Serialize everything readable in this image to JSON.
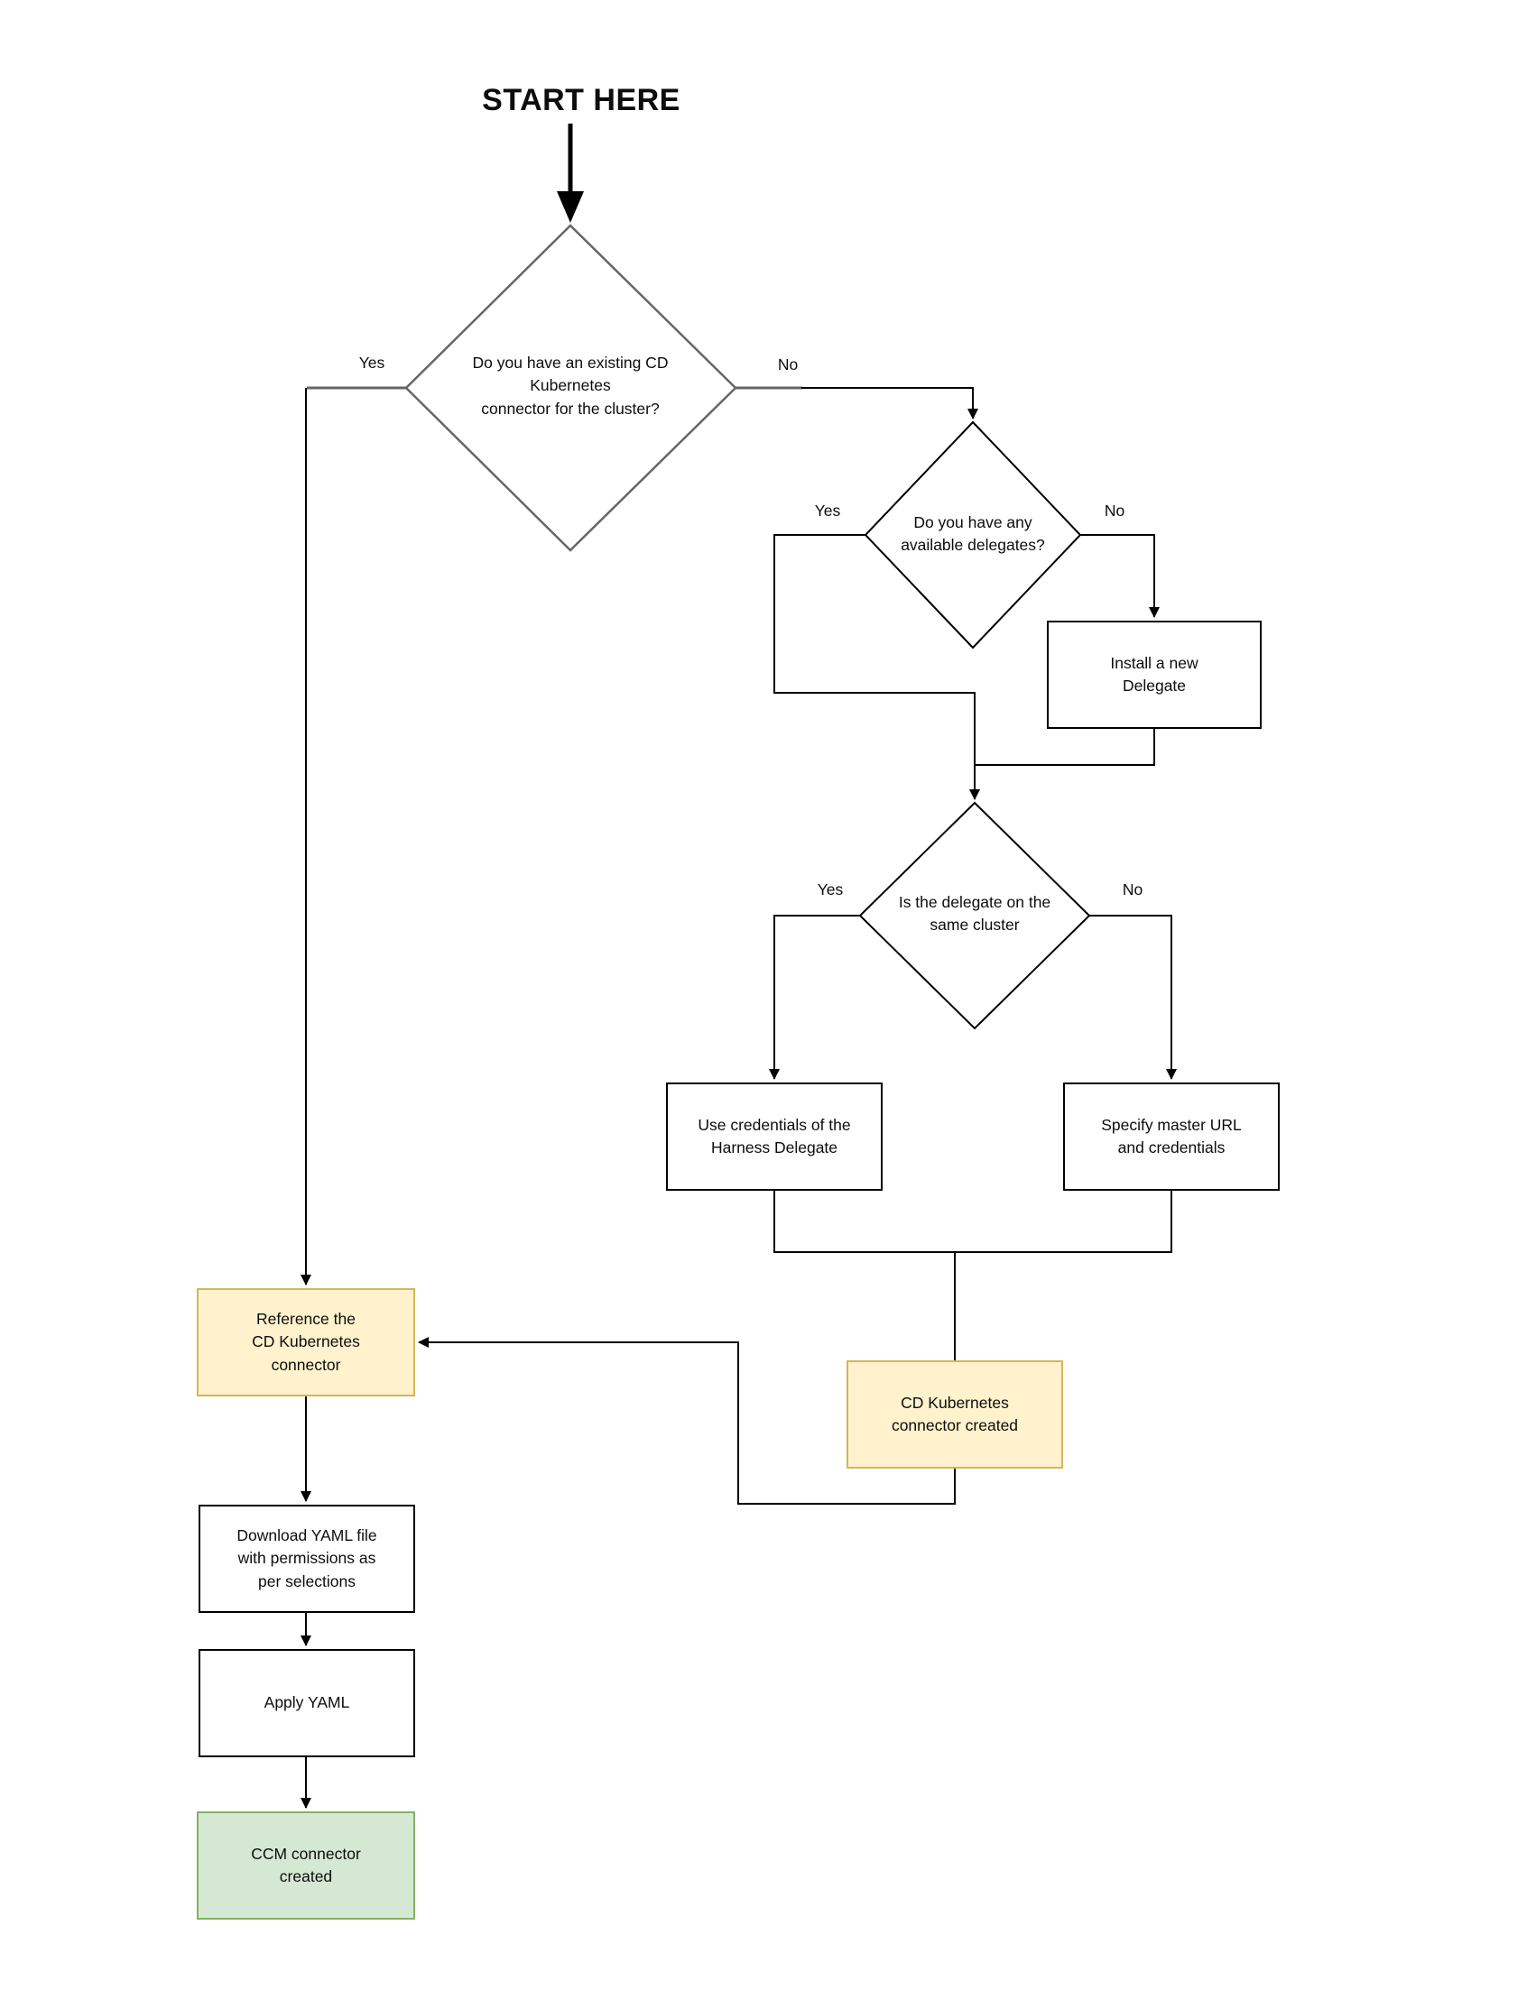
{
  "title": "START HERE",
  "nodes": {
    "decision_existing_connector": {
      "text": "Do you have an existing CD\nKubernetes\nconnector for the cluster?"
    },
    "decision_available_delegates": {
      "text": "Do you have any\navailable delegates?"
    },
    "decision_same_cluster": {
      "text": "Is the delegate on the\nsame cluster"
    },
    "install_new_delegate": {
      "text": "Install a new\nDelegate"
    },
    "use_delegate_credentials": {
      "text": "Use credentials of the\nHarness Delegate"
    },
    "specify_master_url": {
      "text": "Specify master URL\nand credentials"
    },
    "cd_connector_created": {
      "text": "CD Kubernetes\nconnector created"
    },
    "reference_cd_connector": {
      "text": "Reference the\nCD Kubernetes\nconnector"
    },
    "download_yaml": {
      "text": "Download YAML file\nwith permissions as\nper selections"
    },
    "apply_yaml": {
      "text": "Apply YAML"
    },
    "ccm_connector_created": {
      "text": "CCM connector\ncreated"
    }
  },
  "edge_labels": {
    "existing_yes": "Yes",
    "existing_no": "No",
    "delegates_yes": "Yes",
    "delegates_no": "No",
    "same_cluster_yes": "Yes",
    "same_cluster_no": "No"
  },
  "colors": {
    "highlight_fill": "#FFF2CC",
    "highlight_border": "#D6B656",
    "success_fill": "#D5E8D4",
    "success_border": "#82B366",
    "decision_stroke": "#666666",
    "connector": "#000000"
  }
}
